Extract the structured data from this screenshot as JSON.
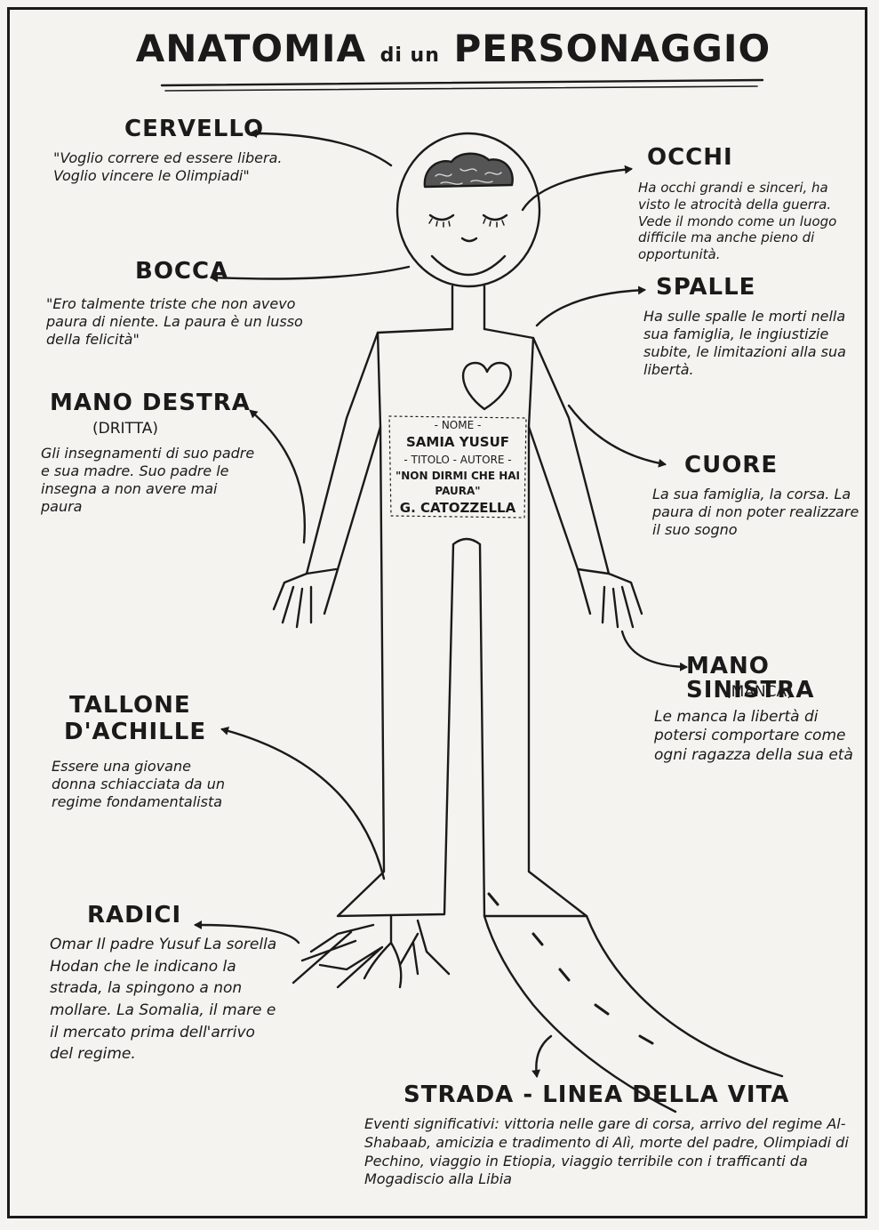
{
  "title": {
    "main1": "Anatomia",
    "connector": "di un",
    "main2": "Personaggio"
  },
  "sections": {
    "cervello": {
      "heading": "Cervello",
      "text": "\"Voglio correre ed essere libera. Voglio vincere le Olimpiadi\""
    },
    "occhi": {
      "heading": "Occhi",
      "text": "Ha occhi grandi e sinceri, ha visto le atrocità della guerra. Vede il mondo come un luogo difficile ma anche pieno di opportunità."
    },
    "bocca": {
      "heading": "Bocca",
      "text": "\"Ero talmente triste che non avevo paura di niente. La paura è un lusso della felicità\""
    },
    "spalle": {
      "heading": "Spalle",
      "text": "Ha sulle spalle le morti nella sua famiglia, le ingiustizie subite, le limitazioni alla sua libertà."
    },
    "mano_destra": {
      "heading": "Mano destra",
      "subheading": "(dritta)",
      "text": "Gli insegnamenti di suo padre e sua madre. Suo padre le insegna a non avere mai paura"
    },
    "cuore": {
      "heading": "Cuore",
      "text": "La sua famiglia, la corsa. La paura di non poter realizzare il suo sogno"
    },
    "mano_sinistra": {
      "heading": "Mano sinistra",
      "subheading": "(manca)",
      "text": "Le manca la libertà di potersi comportare come ogni ragazza della sua età"
    },
    "tallone": {
      "heading1": "Tallone",
      "heading2": "d'Achille",
      "text": "Essere una giovane donna schiacciata da un regime fondamentalista"
    },
    "radici": {
      "heading": "Radici",
      "text": "Omar Il padre Yusuf La sorella Hodan che le indicano la strada, la spingono a non mollare. La Somalia, il mare e il mercato prima dell'arrivo del regime."
    },
    "strada": {
      "heading": "Strada - linea della vita",
      "text": "Eventi significativi: vittoria nelle gare di corsa, arrivo del regime Al-Shabaab, amicizia e tradimento di Alì, morte del padre, Olimpiadi di Pechino, viaggio in Etiopia, viaggio terribile con i trafficanti da Mogadiscio alla Libia"
    }
  },
  "book": {
    "name_label": "- Nome -",
    "name": "Samia Yusuf",
    "title_label": "- Titolo - Autore -",
    "title": "\"Non dirmi che hai paura\"",
    "author": "G. Catozzella"
  }
}
